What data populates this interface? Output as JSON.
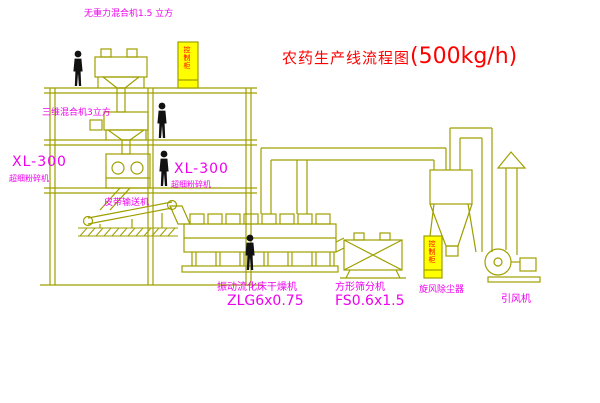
{
  "title": {
    "main": "农药生产线流程图",
    "capacity": "(500kg/h)"
  },
  "labels": {
    "mixer_top": "无重力混合机1.5 立方",
    "mixer_mid": "三维混合机3立方",
    "mill_left_model": "XL-300",
    "mill_left_name": "超细粉碎机",
    "mill_center_model": "XL-300",
    "mill_center_name": "超细粉碎机",
    "belt": "皮带输送机",
    "dryer_name": "振动流化床干燥机",
    "dryer_model": "ZLG6x0.75",
    "sieve_name": "方形筛分机",
    "sieve_model": "FS0.6x1.5",
    "cyclone": "旋风除尘器",
    "fan": "引风机",
    "cabinet1": "控制柜",
    "cabinet2": "控制柜"
  },
  "colors": {
    "line_olive": "#9f9f00",
    "label_magenta": "#ee00ee",
    "title_red": "#ff0000",
    "cabinet_yellow": "#ffff00",
    "figure_black": "#111111",
    "background": "#ffffff"
  }
}
